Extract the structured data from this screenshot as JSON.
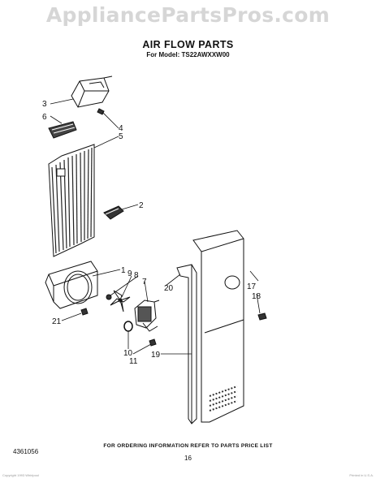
{
  "watermark": "AppliancePartsPros.com",
  "title": "AIR FLOW PARTS",
  "subtitle": "For Model: TS22AWXXW00",
  "callouts": {
    "c1": "1",
    "c2": "2",
    "c3": "3",
    "c4": "4",
    "c5": "5",
    "c6": "6",
    "c7": "7",
    "c8": "8",
    "c9": "9",
    "c10": "10",
    "c11": "11",
    "c17": "17",
    "c18": "18",
    "c19": "19",
    "c20": "20",
    "c21": "21"
  },
  "footer_note": "FOR ORDERING INFORMATION REFER TO PARTS PRICE LIST",
  "doc_number": "4361056",
  "page_number": "16",
  "small_print_left": "Copyright 1993 Whirlpool",
  "small_print_right": "Printed in U.S.A."
}
